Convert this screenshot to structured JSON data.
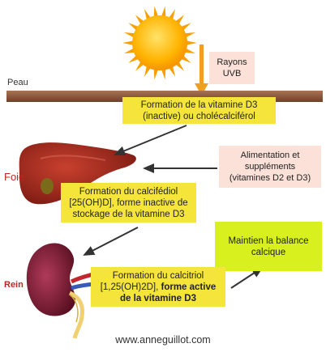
{
  "labels": {
    "skin": "Peau",
    "liver": "Foie",
    "kidney": "Rein"
  },
  "boxes": {
    "uvb": {
      "line1": "Rayons",
      "line2": "UVB"
    },
    "d3": {
      "line1": "Formation de la vitamine D3",
      "line2": "(inactive) ou cholécalciférol"
    },
    "diet": {
      "line1": "Alimentation et",
      "line2": "suppléments",
      "line3": "(vitamines D2 et D3)"
    },
    "calcifediol": {
      "line1": "Formation du calcifédiol",
      "line2": "[25(OH)D], forme inactive de",
      "line3": "stockage de la vitamine D3"
    },
    "calcitriol": {
      "line1": "Formation du calcitriol",
      "line2a": "[1,25(OH)2D], ",
      "line2b": "forme active",
      "line3": "de la vitamine D3"
    },
    "balance": {
      "line1": "Maintien la balance",
      "line2": "calcique"
    }
  },
  "footer": "www.anneguillot.com",
  "colors": {
    "skin": "#8b5a3c",
    "yellow_box": "#f5e53a",
    "pink_box": "#fbe1d8",
    "green_box": "#d9f01f",
    "label_red": "#c0281e",
    "label_dark": "#333333",
    "arrow_orange": "#f0a020"
  },
  "icons": [
    "sun-icon",
    "liver-icon",
    "kidney-icon"
  ]
}
